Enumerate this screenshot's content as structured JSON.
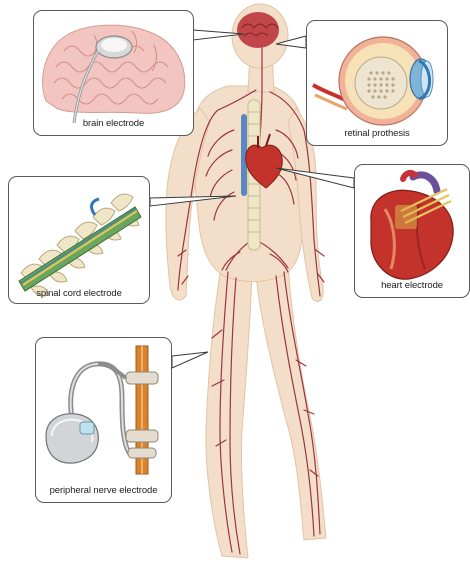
{
  "labels": {
    "brain": "brain electrode",
    "retina": "retinal prothesis",
    "spinal": "spinal cord electrode",
    "heart": "heart electrode",
    "peripheral": "peripheral nerve electrode"
  },
  "colors": {
    "skin": "#f3dfc9",
    "skin_edge": "#e3c3a3",
    "vessel": "#9b3540",
    "brain": "#f2c5c0",
    "spine": "#efe6c8",
    "heart": "#c4322c",
    "electrode_green": "#6aa65f",
    "electrode_blue": "#2f77b5",
    "nerve_orange": "#d9832e",
    "box_border": "#5a5a5a"
  },
  "icons": {
    "brain": "brain-icon",
    "eye": "eye-icon",
    "spine": "spine-icon",
    "heart": "heart-icon",
    "device": "pulse-generator-icon"
  }
}
